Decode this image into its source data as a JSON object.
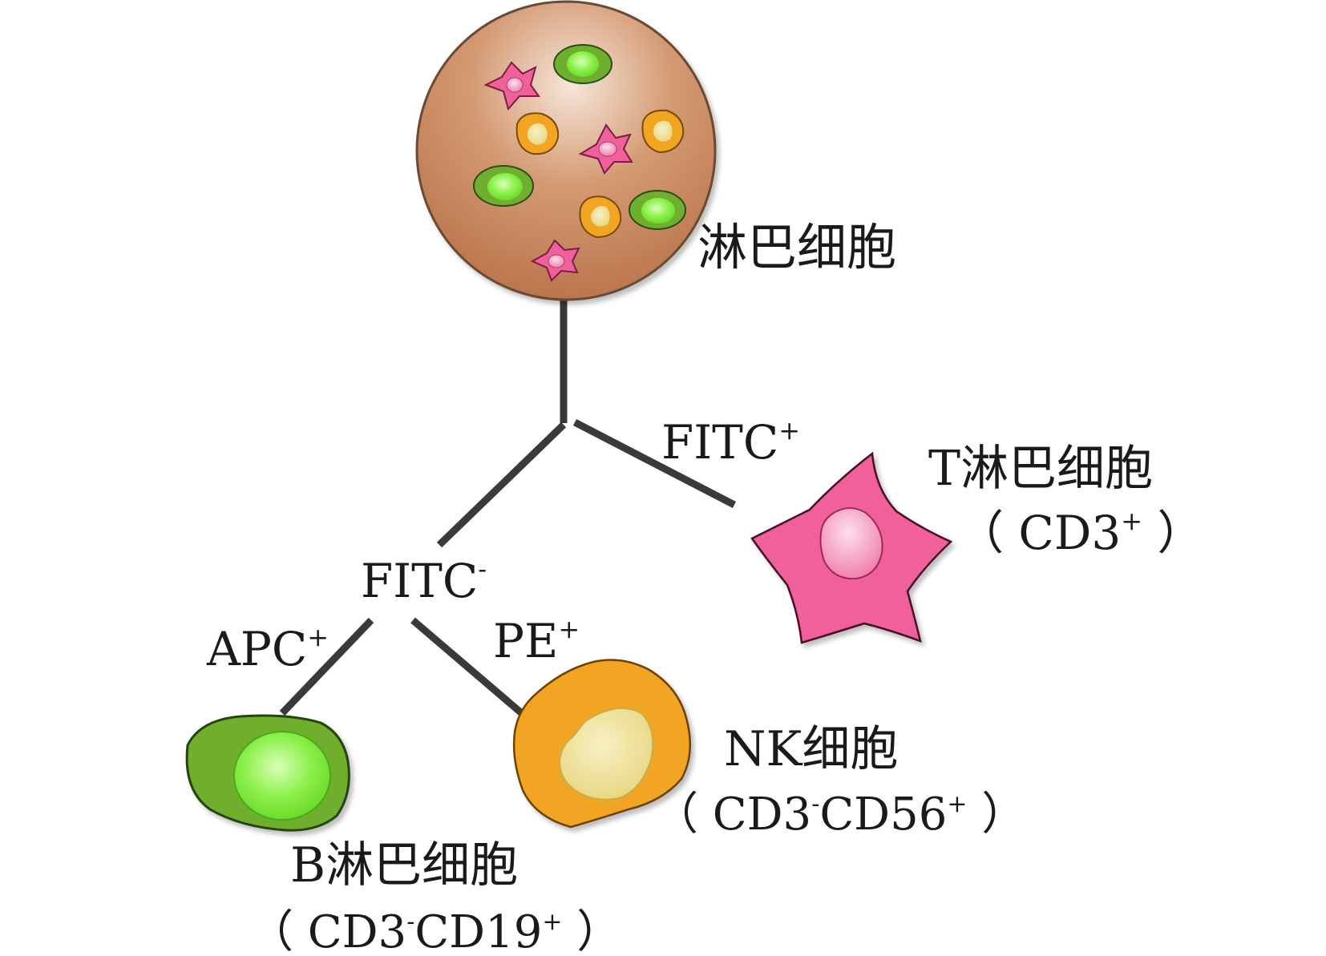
{
  "nodes": {
    "root": {
      "label": "淋巴细胞"
    },
    "t_cell": {
      "label": "T淋巴细胞",
      "marker_open": "（ CD3",
      "marker_sup": "+",
      "marker_close": " ）"
    },
    "b_cell": {
      "label": "B淋巴细胞",
      "marker_a": "（ CD3",
      "marker_a_sup": "-",
      "marker_b": "CD19",
      "marker_b_sup": "+",
      "marker_close": " ）"
    },
    "nk_cell": {
      "label": "NK细胞",
      "marker_a": "（ CD3",
      "marker_a_sup": "-",
      "marker_b": "CD56",
      "marker_b_sup": "+",
      "marker_close": " ）"
    }
  },
  "edges": {
    "fitc_pos": {
      "text": "FITC",
      "sup": "+"
    },
    "fitc_neg": {
      "text": "FITC",
      "sup": "-"
    },
    "apc_pos": {
      "text": "APC",
      "sup": "+"
    },
    "pe_pos": {
      "text": "PE",
      "sup": "+"
    }
  },
  "colors": {
    "sphere": "#c98658",
    "t_cell": "#f0609b",
    "b_cell": "#6fae2e",
    "b_nucleus": "#86ec3a",
    "nk_cell": "#f2a523",
    "nk_nucleus": "#ecdc8e",
    "line": "#3a3a3a"
  }
}
